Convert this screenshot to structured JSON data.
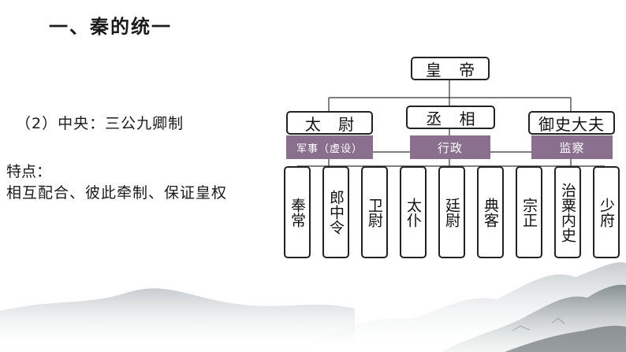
{
  "title": "一、秦的统一",
  "subtitle": "（2）中央：三公九卿制",
  "features": {
    "label": "特点：",
    "text": "相互配合、彼此牵制、保证皇权"
  },
  "hierarchy": {
    "emperor": "皇 帝",
    "sangong": [
      {
        "title": "太 尉",
        "duty": "军事（虚设）"
      },
      {
        "title": "丞 相",
        "duty": "行政"
      },
      {
        "title": "御史大夫",
        "duty": "监察"
      }
    ],
    "jiuqing": [
      "奉常",
      "郎中令",
      "卫尉",
      "太仆",
      "廷尉",
      "典客",
      "宗正",
      "治粟内史",
      "少府"
    ]
  },
  "colors": {
    "duty_band": "#8a6f8f",
    "box_border": "#222222"
  }
}
